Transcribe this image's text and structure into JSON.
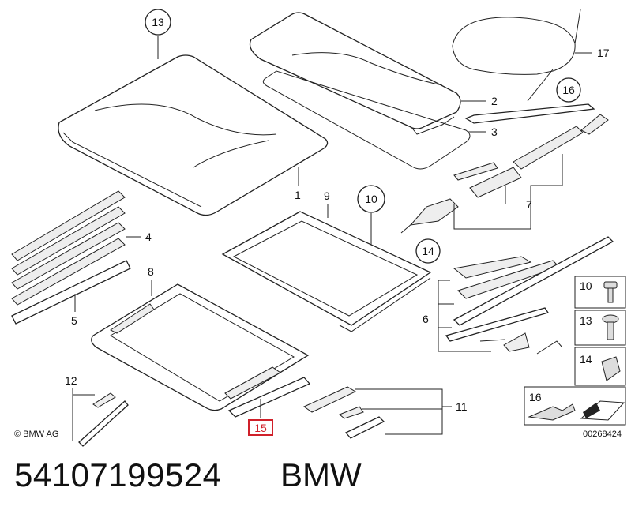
{
  "diagram": {
    "callouts": [
      "1",
      "2",
      "3",
      "4",
      "5",
      "6",
      "7",
      "8",
      "9",
      "10",
      "11",
      "12",
      "13",
      "14",
      "15",
      "16",
      "17"
    ],
    "circled": {
      "c13": "13",
      "c10": "10",
      "c14": "14",
      "c16": "16"
    },
    "highlighted": "15",
    "legend": [
      {
        "id": "10",
        "icon": "screw-icon"
      },
      {
        "id": "13",
        "icon": "expanding-rivet-icon"
      },
      {
        "id": "14",
        "icon": "clip-icon"
      },
      {
        "id": "16",
        "icon": "adhesive-tape-icon"
      }
    ],
    "copyright": "© BMW AG",
    "image_code": "00268424",
    "highlight_color": "#d0202a"
  },
  "footer": {
    "part_number": "54107199524",
    "brand": "BMW"
  }
}
